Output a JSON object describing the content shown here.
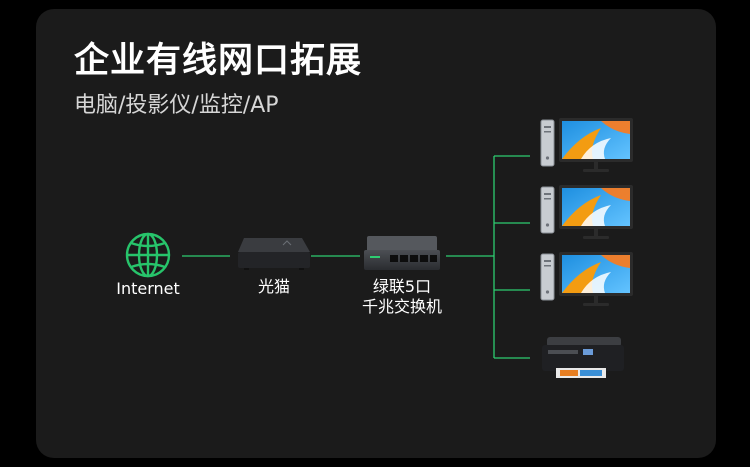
{
  "header": {
    "title": "企业有线网口拓展",
    "subtitle": "电脑/投影仪/监控/AP"
  },
  "nodes": {
    "internet": "Internet",
    "modem": "光猫",
    "switch_line1": "绿联5口",
    "switch_line2": "千兆交换机"
  },
  "colors": {
    "background": "#1b1b1b",
    "connector": "#2ecc71",
    "globe": "#27c46b",
    "text": "#ffffff"
  },
  "devices": [
    {
      "type": "desktop-computer",
      "icon": "pc-monitor-icon"
    },
    {
      "type": "desktop-computer",
      "icon": "pc-monitor-icon"
    },
    {
      "type": "desktop-computer",
      "icon": "pc-monitor-icon"
    },
    {
      "type": "printer",
      "icon": "printer-icon"
    }
  ]
}
